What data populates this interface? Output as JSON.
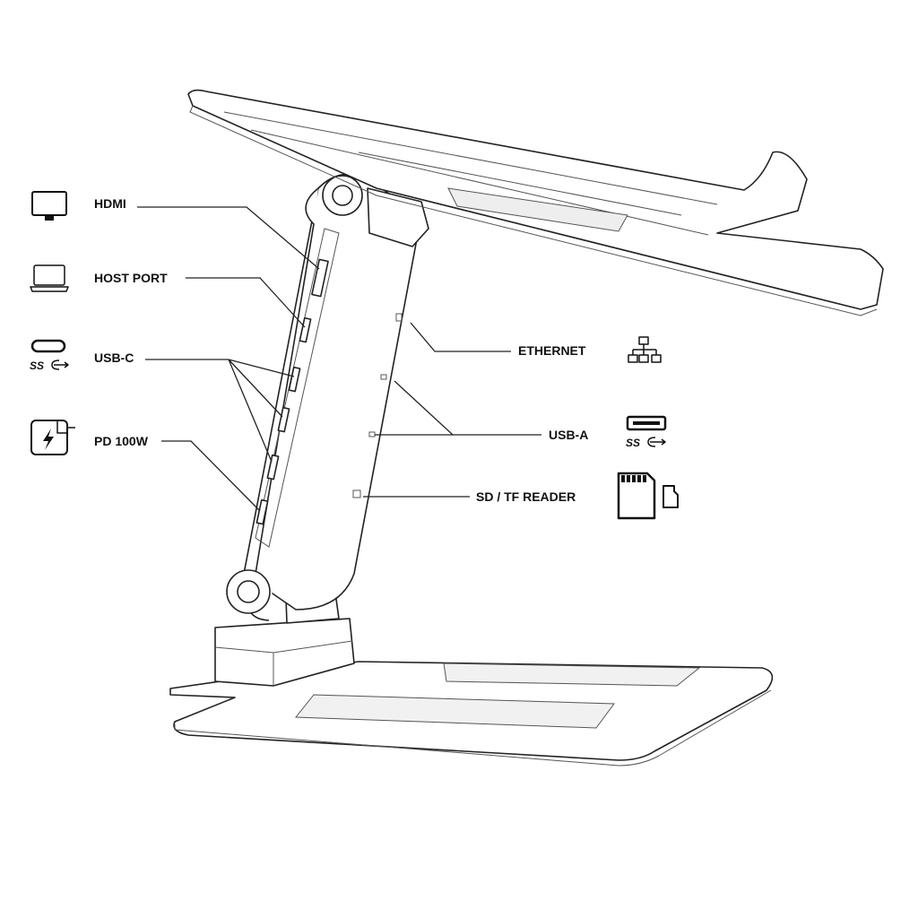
{
  "labels": {
    "hdmi": "HDMI",
    "host_port": "HOST PORT",
    "usb_c": "USB-C",
    "pd": "PD 100W",
    "ethernet": "ETHERNET",
    "usb_a": "USB-A",
    "sd_tf": "SD / TF READER"
  },
  "logo_text": {
    "superspeed": "SS"
  }
}
